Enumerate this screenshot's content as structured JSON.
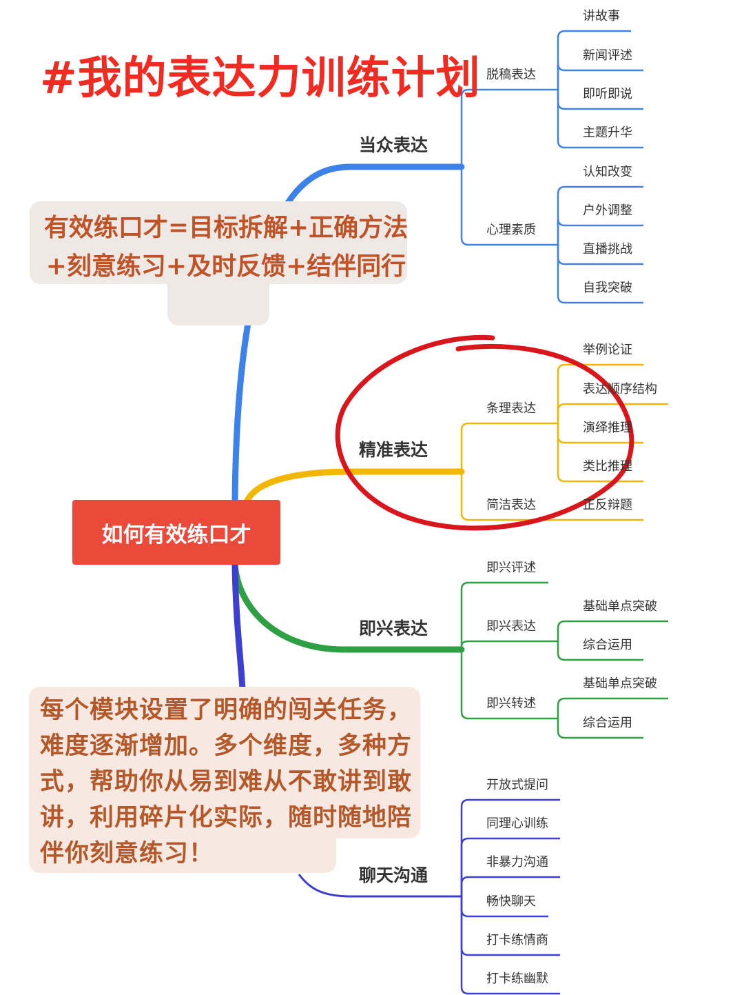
{
  "title": "#我的表达力训练计划",
  "root": "如何有效练口才",
  "notes": {
    "formula": "有效练口才=目标拆解+正确方法+刻意练习+及时反馈+结伴同行",
    "modules": "每个模块设置了明确的闯关任务，难度逐渐增加。多个维度，多种方式，帮助你从易到难从不敢讲到敢讲，利用碎片化实际，随时随地陪伴你刻意练习！"
  },
  "colors": {
    "branch_public": "#3c82e8",
    "branch_precise": "#f2b705",
    "branch_impromptu": "#2ea043",
    "branch_chat": "#3d3fd1",
    "highlight_circle": "#d9161c",
    "root_fill": "#eb4a3a",
    "title_red": "#f02b22"
  },
  "branches": {
    "public": {
      "label": "当众表达",
      "groups": {
        "script": {
          "label": "脱稿表达",
          "items": [
            "讲故事",
            "新闻评述",
            "即听即说",
            "主题升华"
          ]
        },
        "mind": {
          "label": "心理素质",
          "items": [
            "认知改变",
            "户外调整",
            "直播挑战",
            "自我突破"
          ]
        }
      }
    },
    "precise": {
      "label": "精准表达",
      "highlighted": true,
      "groups": {
        "logic": {
          "label": "条理表达",
          "items": [
            "举例论证",
            "表达顺序结构",
            "演绎推理",
            "类比推理"
          ]
        },
        "concise": {
          "label": "简洁表达",
          "items": [
            "正反辩题"
          ]
        }
      }
    },
    "impromptu": {
      "label": "即兴表达",
      "groups": {
        "comment": {
          "label": "即兴评述",
          "items": []
        },
        "express": {
          "label": "即兴表达",
          "items": [
            "基础单点突破",
            "综合运用"
          ]
        },
        "retell": {
          "label": "即兴转述",
          "items": [
            "基础单点突破",
            "综合运用"
          ]
        }
      }
    },
    "chat": {
      "label": "聊天沟通",
      "items": [
        "开放式提问",
        "同理心训练",
        "非暴力沟通",
        "畅快聊天",
        "打卡练情商",
        "打卡练幽默"
      ]
    }
  }
}
